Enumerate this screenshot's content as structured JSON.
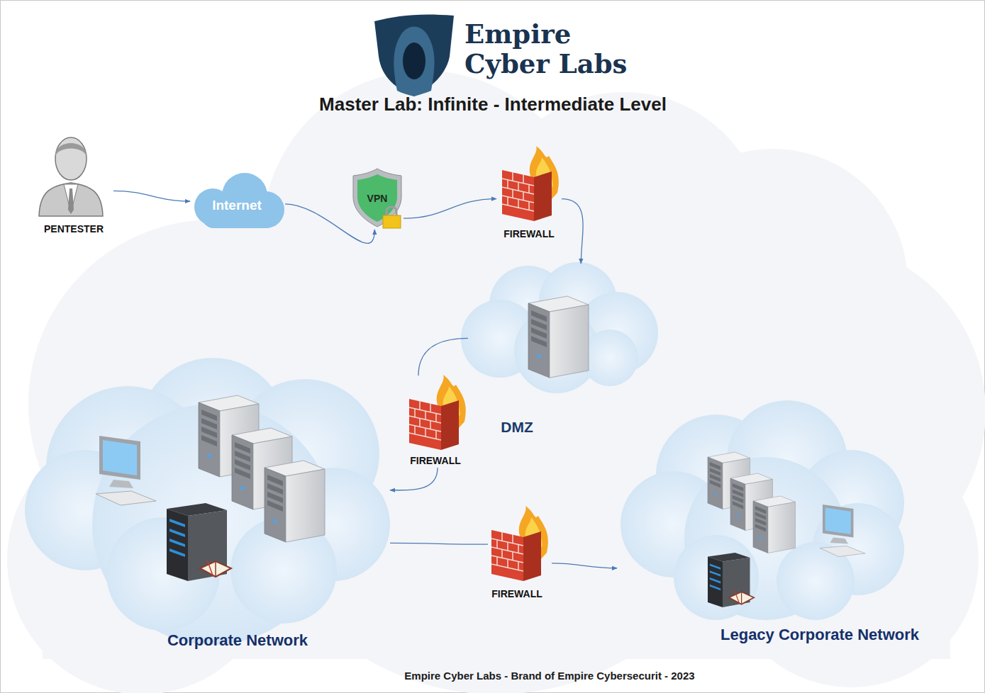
{
  "diagram": {
    "title": "Master Lab: Infinite - Intermediate Level",
    "caption": "Empire Cyber Labs - Brand of Empire Cybersecurit - 2023",
    "nodes": [
      {
        "text": [
          "PENTESTER"
        ]
      },
      {
        "text": [
          "Internet"
        ]
      },
      {
        "text": [
          "VPN"
        ]
      },
      {
        "text": [
          "FIREWALL"
        ]
      },
      {
        "text": [
          "DMZ"
        ]
      },
      {
        "text": [
          "FIREWALL"
        ]
      },
      {
        "text": [
          "Corporate Network"
        ]
      },
      {
        "text": [
          "FIREWALL"
        ]
      },
      {
        "text": [
          "Legacy Corporate Network"
        ]
      }
    ],
    "edges": [
      {
        "from": 0,
        "to": 1,
        "arrow": "to"
      },
      {
        "from": 1,
        "to": 2,
        "arrow": "to"
      },
      {
        "from": 2,
        "to": 3,
        "arrow": "to"
      },
      {
        "from": 3,
        "to": 4,
        "arrow": "to"
      },
      {
        "from": 4,
        "to": 5,
        "arrow": "none"
      },
      {
        "from": 5,
        "to": 6,
        "arrow": "to"
      },
      {
        "from": 6,
        "to": 7,
        "arrow": "none"
      },
      {
        "from": 7,
        "to": 8,
        "arrow": "to"
      }
    ],
    "labels": [
      "Empire",
      "Cyber Labs"
    ]
  }
}
